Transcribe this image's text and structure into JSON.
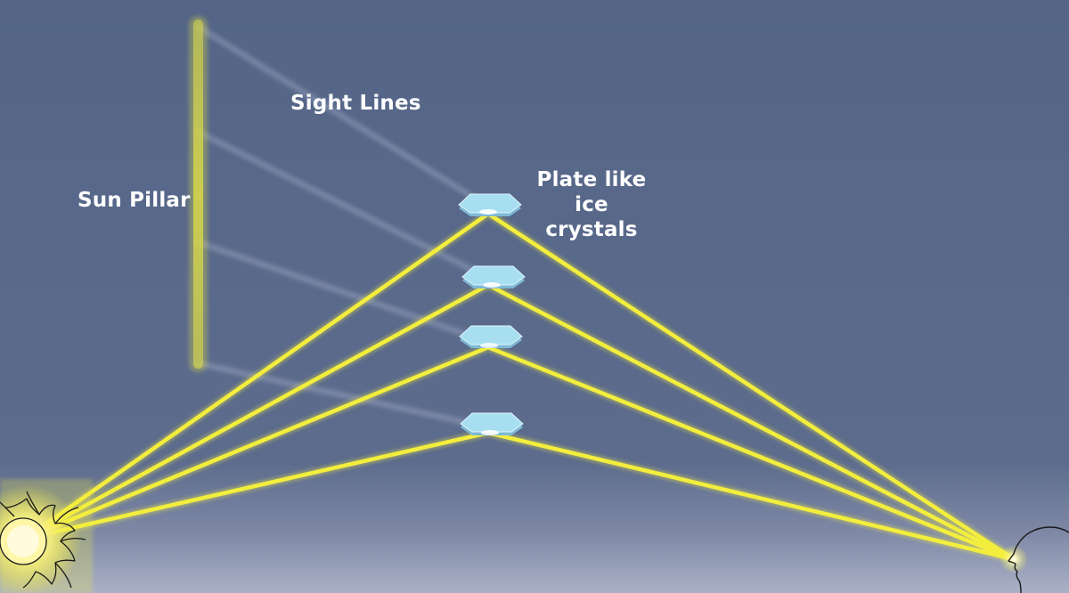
{
  "labels": {
    "sight_lines": "Sight Lines",
    "sun_pillar": "Sun Pillar",
    "crystals_line1": "Plate like ice",
    "crystals_line2": "crystals"
  },
  "colors": {
    "sky_top": "#546587",
    "sky_bottom": "#aab1c7",
    "ray": "#f3ee3d",
    "pillar": "#d8d84a",
    "crystal": "#a8dff0",
    "sight_line": "#c8d0e6",
    "label_text": "#ffffff"
  },
  "icons": [
    "sun-icon",
    "observer-head-icon",
    "ice-crystal-icon"
  ]
}
